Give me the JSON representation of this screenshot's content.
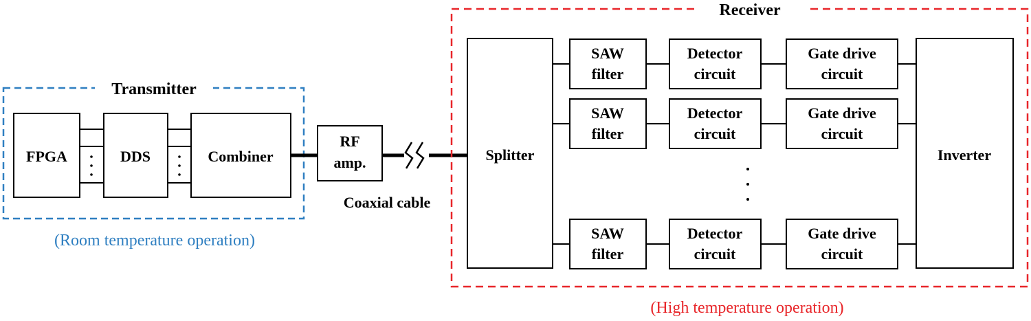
{
  "transmitter": {
    "title": "Transmitter",
    "note": "(Room temperature operation)",
    "blocks": {
      "fpga": "FPGA",
      "dds": "DDS",
      "combiner": "Combiner"
    }
  },
  "rf_amp": {
    "line1": "RF",
    "line2": "amp."
  },
  "cable": {
    "label": "Coaxial cable"
  },
  "receiver": {
    "title": "Receiver",
    "note": "(High temperature operation)",
    "splitter": "Splitter",
    "inverter": "Inverter",
    "rows": [
      {
        "saw": [
          "SAW",
          "filter"
        ],
        "detector": [
          "Detector",
          "circuit"
        ],
        "gate": [
          "Gate drive",
          "circuit"
        ]
      },
      {
        "saw": [
          "SAW",
          "filter"
        ],
        "detector": [
          "Detector",
          "circuit"
        ],
        "gate": [
          "Gate drive",
          "circuit"
        ]
      },
      {
        "saw": [
          "SAW",
          "filter"
        ],
        "detector": [
          "Detector",
          "circuit"
        ],
        "gate": [
          "Gate drive",
          "circuit"
        ]
      }
    ]
  },
  "colors": {
    "transmitter_border": "#2f7fc1",
    "receiver_border": "#e8262a",
    "line": "#000000"
  }
}
